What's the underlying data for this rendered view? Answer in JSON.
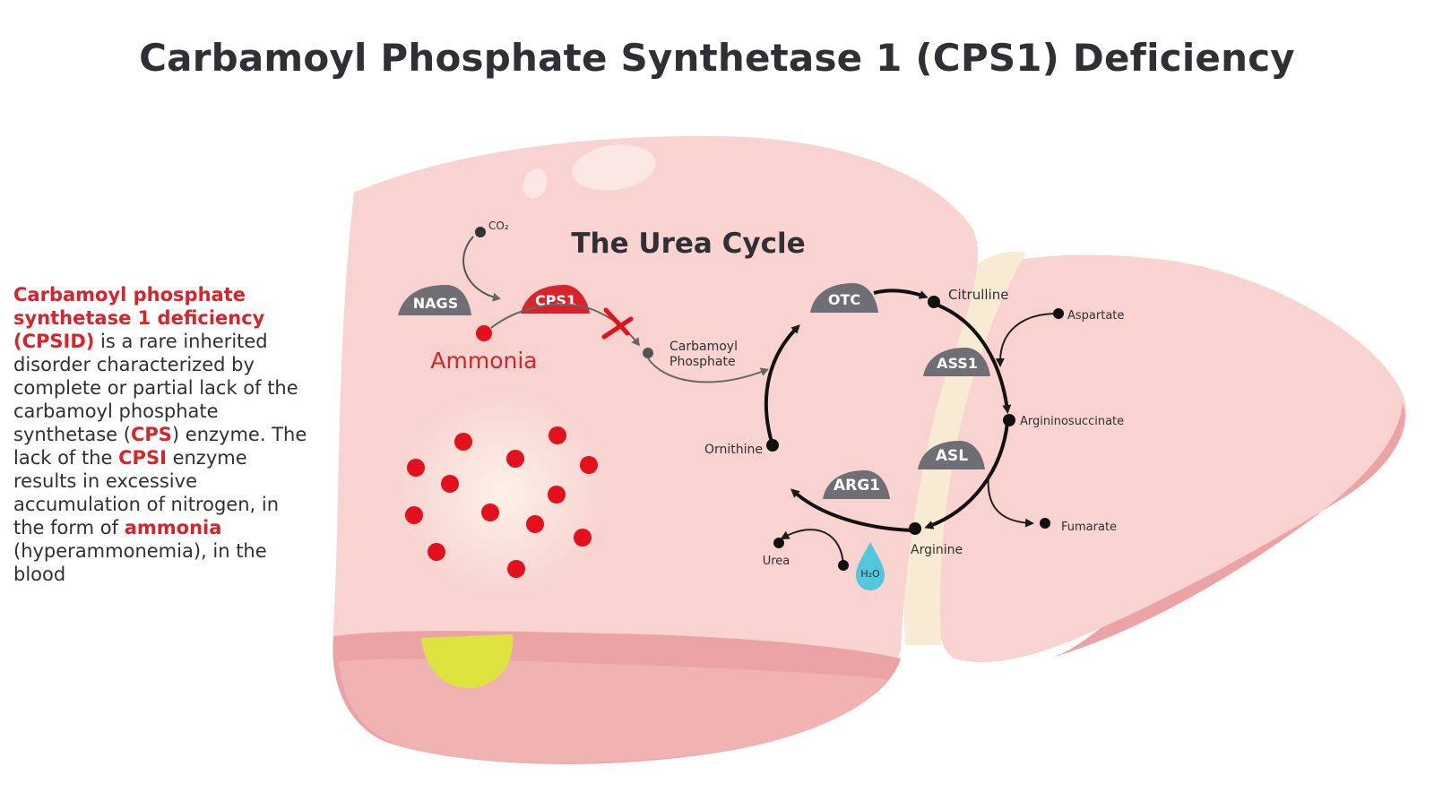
{
  "title": "Carbamoyl Phosphate Synthetase 1 (CPS1) Deficiency",
  "subtitle": "The Urea Cycle",
  "description": {
    "highlight_1": "Carbamoyl phosphate synthetase 1 deficiency (CPSID)",
    "text_1": " is a rare inherited disorder characterized by complete or partial lack of the carbamoyl phosphate synthetase (",
    "highlight_2": "CPS",
    "text_2": ") enzyme. The lack of the ",
    "highlight_3": "CPSI",
    "text_3": " enzyme results in excessive accumulation of nitrogen, in the form of ",
    "highlight_4": "ammonia",
    "text_4": " (hyperammonemia), in the blood"
  },
  "enzymes": {
    "nags": "NAGS",
    "cps1": "CPS1",
    "otc": "OTC",
    "ass1": "ASS1",
    "asl": "ASL",
    "arg1": "ARG1"
  },
  "metabolites": {
    "co2": "CO₂",
    "ammonia": "Ammonia",
    "carbamoyl_line1": "Carbamoyl",
    "carbamoyl_line2": "Phosphate",
    "citrulline": "Citrulline",
    "aspartate": "Aspartate",
    "argininosuccinate": "Argininosuccinate",
    "fumarate": "Fumarate",
    "arginine": "Arginine",
    "ornithine": "Ornithine",
    "urea": "Urea",
    "h2o": "H₂O"
  },
  "colors": {
    "accent_red": "#d8232a",
    "liver_light": "#f8d3d0",
    "liver_dark": "#eca3a5",
    "enzyme_gray": "#6e6e74",
    "gallbladder": "#dfe33f",
    "water_drop": "#52c7dd"
  }
}
